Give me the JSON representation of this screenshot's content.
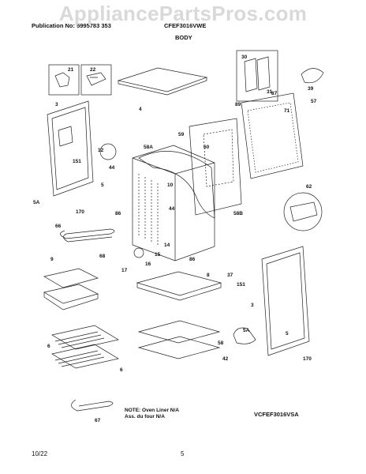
{
  "header": {
    "publication": "Publication No: 5995783 353",
    "model": "CFEF3016VWE",
    "section": "BODY"
  },
  "watermark": "AppliancePartsPros.com",
  "footer": {
    "date": "10/22",
    "page": "5"
  },
  "note": {
    "line1": "NOTE: Oven Liner N/A",
    "line2": "Ass. du four N/A"
  },
  "diagram_code": "VCFEF3016VSA",
  "callouts": {
    "p21": "21",
    "p22": "22",
    "p3": "3",
    "p4": "4",
    "p151": "151",
    "p12": "12",
    "p44a": "44",
    "p5a": "5",
    "p5A": "5A",
    "p170": "170",
    "p66": "66",
    "p68": "68",
    "p9": "9",
    "p6a": "6",
    "p6b": "6",
    "p67": "67",
    "p17": "17",
    "p16": "16",
    "p14": "14",
    "p15": "15",
    "p86a": "86",
    "p86b": "86",
    "p8": "8",
    "p58A": "58A",
    "p59": "59",
    "p60": "60",
    "p10": "10",
    "p44b": "44",
    "p58B": "58B",
    "p89": "89",
    "p87": "87",
    "p71": "71",
    "p57": "57",
    "p30": "30",
    "p31": "31",
    "p39": "39",
    "p62": "62",
    "p37": "37",
    "p151b": "151",
    "p3b": "3",
    "p5b": "5",
    "p5Ab": "5A",
    "p170b": "170",
    "p58": "58",
    "p42": "42"
  }
}
